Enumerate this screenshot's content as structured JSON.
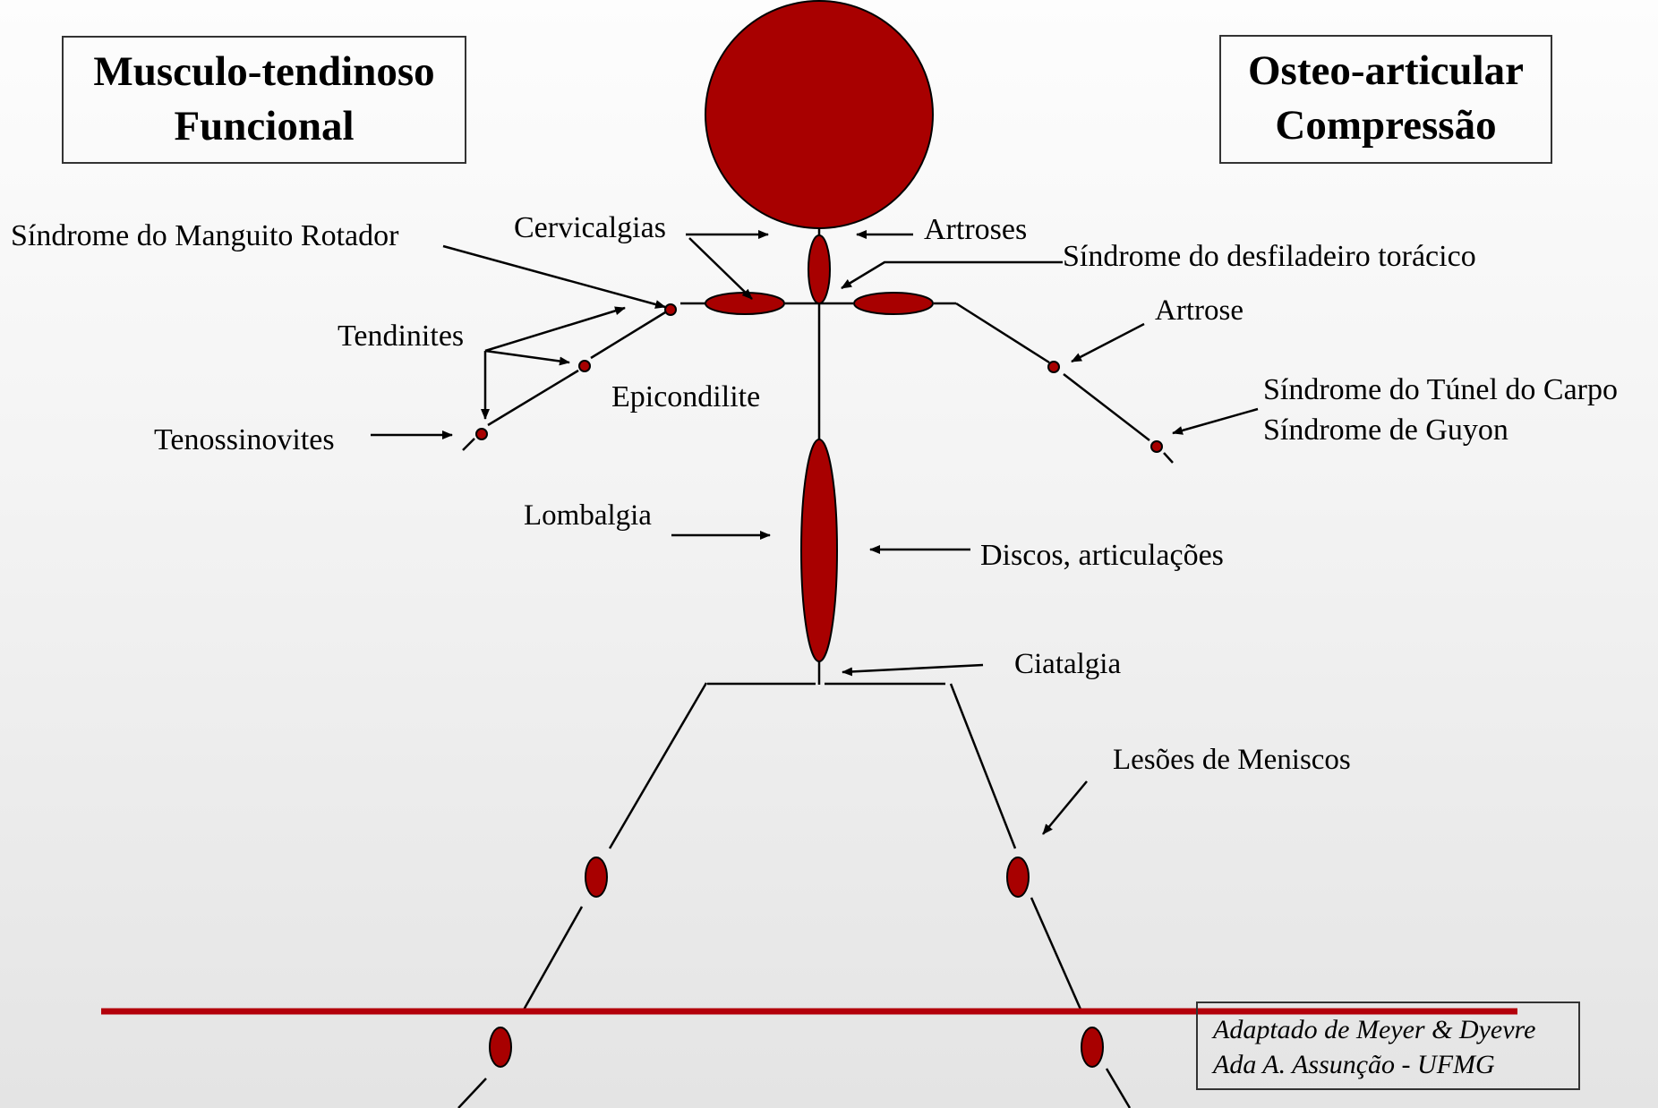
{
  "colors": {
    "body_fill": "#a80000",
    "accent_line": "#b3000a",
    "lines": "#000000"
  },
  "headers": {
    "left": {
      "line1": "Musculo-tendinoso",
      "line2": "Funcional"
    },
    "right": {
      "line1": "Osteo-articular",
      "line2": "Compressão"
    }
  },
  "labels": {
    "manguito": "Síndrome do Manguito Rotador",
    "cervicalgias": "Cervicalgias",
    "artroses": "Artroses",
    "desfiladeiro": "Síndrome do desfiladeiro torácico",
    "artrose": "Artrose",
    "tendinites": "Tendinites",
    "epicondilite": "Epicondilite",
    "tenossinovites": "Tenossinovites",
    "tunel_carpo": "Síndrome do Túnel do Carpo",
    "guyon": "Síndrome de  Guyon",
    "lombalgia": "Lombalgia",
    "discos": "Discos, articulações",
    "ciatalgia": "Ciatalgia",
    "meniscos": "Lesões de Meniscos"
  },
  "credit": {
    "line1": "Adaptado de Meyer & Dyevre",
    "line2": "Ada A. Assunção - UFMG"
  }
}
